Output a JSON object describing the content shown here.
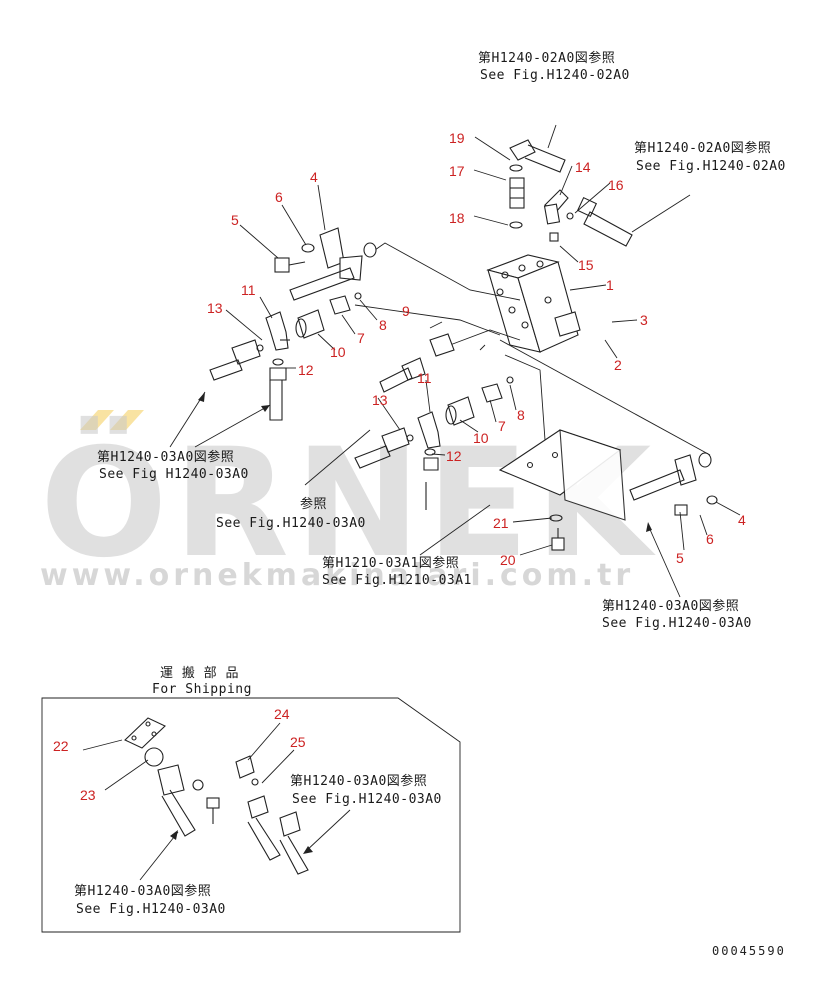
{
  "watermark": {
    "letters": "ÖRNEK",
    "url": "www.ornekmakinalari.com.tr",
    "accent_color": "#f2c230"
  },
  "references": {
    "top_h1240_02a0_jp": "第H1240-02A0図参照",
    "top_h1240_02a0_en": "See Fig.H1240-02A0",
    "right_h1240_02a0_jp": "第H1240-02A0図参照",
    "right_h1240_02a0_en": "See Fig.H1240-02A0",
    "left_h1240_03a0_jp": "第H1240-03A0図参照",
    "left_h1240_03a0_en": "See Fig H1240-03A0",
    "mid_h1240_03a0_jp": "参照",
    "mid_h1240_03a0_en": "See Fig.H1240-03A0",
    "center_h1210_03a1_jp": "第H1210-03A1図参照",
    "center_h1210_03a1_en": "See Fig.H1210-03A1",
    "right_h1240_03a0_jp": "第H1240-03A0図参照",
    "right_h1240_03a0_en": "See Fig.H1240-03A0",
    "ship_h1240_03a0_jp_1": "第H1240-03A0図参照",
    "ship_h1240_03a0_en_1": "See Fig.H1240-03A0",
    "ship_h1240_03a0_jp_2": "第H1240-03A0図参照",
    "ship_h1240_03a0_en_2": "See Fig.H1240-03A0"
  },
  "shipping": {
    "title_jp": "運 搬 部 品",
    "title_en": "For Shipping"
  },
  "part_numbers": {
    "p1": "1",
    "p2": "2",
    "p3": "3",
    "p4a": "4",
    "p4b": "4",
    "p5a": "5",
    "p5b": "5",
    "p6a": "6",
    "p6b": "6",
    "p7a": "7",
    "p7b": "7",
    "p8a": "8",
    "p8b": "8",
    "p9": "9",
    "p10a": "10",
    "p10b": "10",
    "p11a": "11",
    "p11b": "11",
    "p12a": "12",
    "p12b": "12",
    "p13a": "13",
    "p13b": "13",
    "p14": "14",
    "p15": "15",
    "p16": "16",
    "p17": "17",
    "p18": "18",
    "p19": "19",
    "p20": "20",
    "p21": "21",
    "p22": "22",
    "p23": "23",
    "p24": "24",
    "p25": "25"
  },
  "drawing_code": "00045590"
}
